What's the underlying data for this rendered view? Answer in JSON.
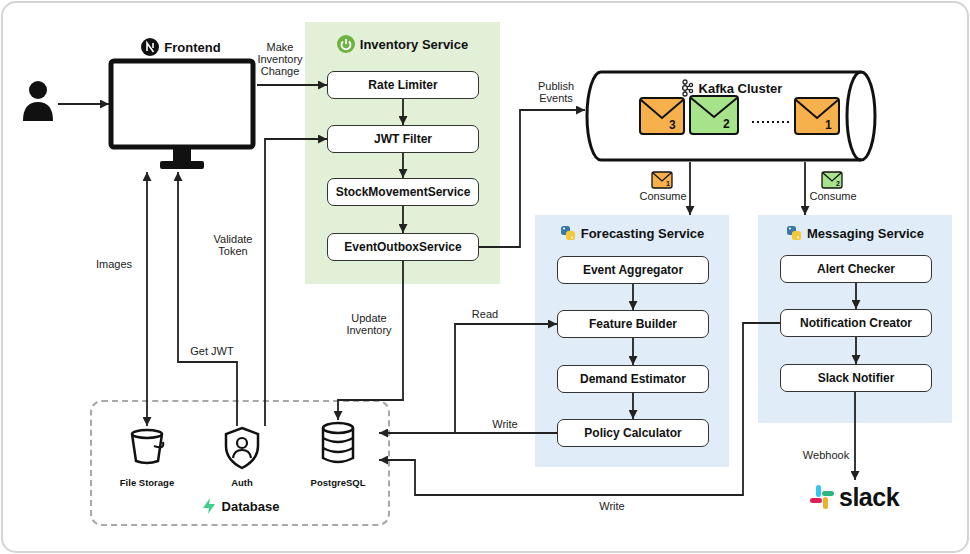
{
  "diagram": {
    "nodes": [
      {
        "text": [
          "Frontend"
        ]
      },
      {
        "text": [
          "Inventory Service"
        ]
      },
      {
        "text": [
          "Rate Limiter"
        ],
        "in": 1
      },
      {
        "text": [
          "JWT Filter"
        ],
        "in": 1
      },
      {
        "text": [
          "StockMovementService"
        ],
        "in": 1
      },
      {
        "text": [
          "EventOutboxService"
        ],
        "in": 1
      },
      {
        "text": [
          "Kafka Cluster"
        ]
      },
      {
        "text": [
          "Forecasting Service"
        ]
      },
      {
        "text": [
          "Event Aggregator"
        ],
        "in": 7
      },
      {
        "text": [
          "Feature Builder"
        ],
        "in": 7
      },
      {
        "text": [
          "Demand Estimator"
        ],
        "in": 7
      },
      {
        "text": [
          "Policy Calculator"
        ],
        "in": 7
      },
      {
        "text": [
          "Messaging Service"
        ]
      },
      {
        "text": [
          "Alert Checker"
        ],
        "in": 12
      },
      {
        "text": [
          "Notification Creator"
        ],
        "in": 12
      },
      {
        "text": [
          "Slack Notifier"
        ],
        "in": 12
      },
      {
        "text": [
          "Database"
        ]
      },
      {
        "text": [
          "File Storage"
        ],
        "in": 16
      },
      {
        "text": [
          "Auth"
        ],
        "in": 16
      },
      {
        "text": [
          "PostgreSQL"
        ],
        "in": 16
      },
      {
        "text": [
          "slack"
        ]
      }
    ],
    "edges": [
      {
        "from": 0,
        "to": 2,
        "label": "Make Inventory Change",
        "arrow": "to"
      },
      {
        "from": 2,
        "to": 3,
        "arrow": "to"
      },
      {
        "from": 3,
        "to": 4,
        "arrow": "to"
      },
      {
        "from": 4,
        "to": 5,
        "arrow": "to"
      },
      {
        "from": 5,
        "to": 6,
        "label": "Publish Events",
        "arrow": "to"
      },
      {
        "from": 6,
        "to": 7,
        "label": "Consume",
        "arrow": "to"
      },
      {
        "from": 6,
        "to": 12,
        "label": "Consume",
        "arrow": "to"
      },
      {
        "from": 8,
        "to": 9,
        "arrow": "to"
      },
      {
        "from": 9,
        "to": 10,
        "arrow": "to"
      },
      {
        "from": 10,
        "to": 11,
        "arrow": "to"
      },
      {
        "from": 13,
        "to": 14,
        "arrow": "to"
      },
      {
        "from": 14,
        "to": 15,
        "arrow": "to"
      },
      {
        "from": 15,
        "to": 20,
        "label": "Webhook",
        "arrow": "to"
      },
      {
        "from": 0,
        "to": 17,
        "label": "Images",
        "arrow": "both"
      },
      {
        "from": 18,
        "to": 0,
        "label": "Get JWT",
        "arrow": "to"
      },
      {
        "from": 18,
        "to": 3,
        "label": "Validate Token",
        "arrow": "to"
      },
      {
        "from": 5,
        "to": 19,
        "label": "Update Inventory",
        "arrow": "to"
      },
      {
        "from": 19,
        "to": 9,
        "label": "Read",
        "arrow": "to"
      },
      {
        "from": 11,
        "to": 19,
        "label": "Write",
        "arrow": "to"
      },
      {
        "from": 14,
        "to": 19,
        "label": "Write",
        "arrow": "to"
      }
    ],
    "labels": [
      "3",
      "2",
      "1",
      "1",
      "2"
    ]
  }
}
